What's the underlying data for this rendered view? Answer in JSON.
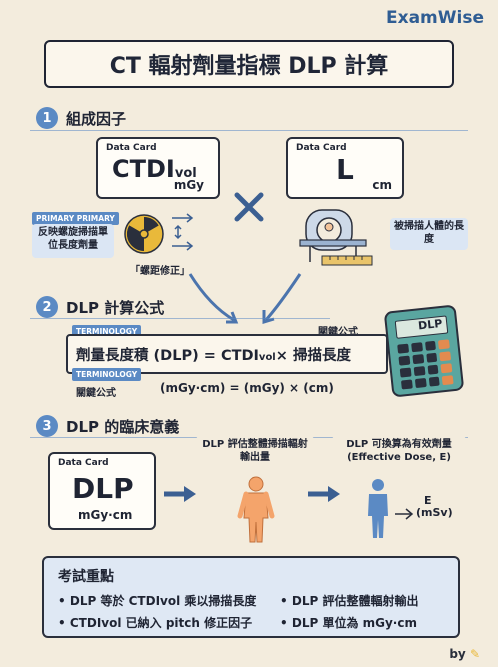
{
  "brand": "ExamWise",
  "title": "CT 輻射劑量指標 DLP 計算",
  "sections": [
    {
      "num": "1",
      "title": "組成因子"
    },
    {
      "num": "2",
      "title": "DLP 計算公式"
    },
    {
      "num": "3",
      "title": "DLP 的臨床意義"
    }
  ],
  "factors": {
    "ctdi_card": {
      "label": "Data Card",
      "value": "CTDI",
      "sub": "vol",
      "unit": "mGy"
    },
    "l_card": {
      "label": "Data Card",
      "value": "L",
      "unit": "cm"
    },
    "primary_tag": "PRIMARY PRIMARY",
    "ctdi_desc": "反映螺旋掃描單位長度劑量",
    "pitch_note": "「螺距修正」",
    "length_desc": "被掃描人體的長度"
  },
  "formula": {
    "tag_top": "TERMINOLOGY",
    "tag_bottom": "TERMINOLOGY",
    "key_label_top": "關鍵公式",
    "key_label_bottom": "關鍵公式",
    "lhs": "劑量長度積 (DLP) = CTDI",
    "sub": "vol",
    "rhs": " × 掃描長度",
    "units": "(mGy·cm) = (mGy) × (cm)",
    "calculator_label": "DLP"
  },
  "meaning": {
    "dlp_card": {
      "label": "Data Card",
      "value": "DLP",
      "unit": "mGy·cm"
    },
    "eval_note": "DLP 評估整體掃描輻射輸出量",
    "convert_note": "DLP 可換算為有效劑量 (Effective Dose, E)",
    "e_label": "E",
    "e_unit": "(mSv)"
  },
  "exam": {
    "title": "考試重點",
    "items": [
      "DLP 等於 CTDIvol 乘以掃描長度",
      "DLP 評估整體輻射輸出",
      "CTDIvol 已納入 pitch 修正因子",
      "DLP 單位為 mGy·cm"
    ]
  },
  "footer": "by",
  "colors": {
    "accent": "#5b8ac4",
    "ink": "#1f2433",
    "paper": "#f3ecdd",
    "figure": "#f4a46b"
  }
}
